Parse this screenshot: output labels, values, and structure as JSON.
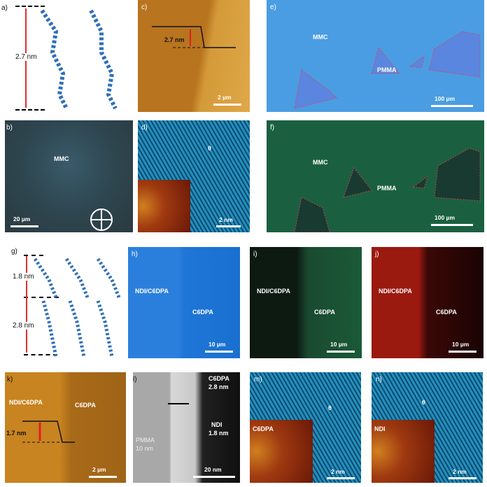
{
  "panels": {
    "a": {
      "label": "a)",
      "length": "2.7 nm"
    },
    "b": {
      "label": "b)",
      "sample": "MMC",
      "scale": "20 µm"
    },
    "c": {
      "label": "c)",
      "height": "2.7 nm",
      "scale": "2 µm"
    },
    "d": {
      "label": "d)",
      "angle": "θ",
      "scale": "2 nm"
    },
    "e": {
      "label": "e)",
      "region1": "MMC",
      "region2": "PMMA",
      "scale": "100 µm"
    },
    "f": {
      "label": "f)",
      "region1": "MMC",
      "region2": "PMMA",
      "scale": "100 µm"
    },
    "g": {
      "label": "g)",
      "top": "1.8 nm",
      "bottom": "2.8 nm"
    },
    "h": {
      "label": "h)",
      "left": "NDI/C6DPA",
      "right": "C6DPA",
      "scale": "10 µm"
    },
    "i": {
      "label": "i)",
      "left": "NDI/C6DPA",
      "right": "C6DPA",
      "scale": "10 µm"
    },
    "j": {
      "label": "j)",
      "left": "NDI/C6DPA",
      "right": "C6DPA",
      "scale": "10 µm"
    },
    "k": {
      "label": "k)",
      "left": "NDI/C6DPA",
      "right": "C6DPA",
      "height": "1.7 nm",
      "scale": "2 µm"
    },
    "l": {
      "label": "l)",
      "c6": "C6DPA",
      "c6_thk": "2.8 nm",
      "ndi": "NDI",
      "ndi_thk": "1.8 nm",
      "pmma": "PMMA",
      "pmma_thk": "10 nm",
      "scale": "20 nm"
    },
    "m": {
      "label": "m)",
      "angle": "θ",
      "inset": "C6DPA",
      "scale": "2 nm"
    },
    "n": {
      "label": "n)",
      "angle": "θ",
      "inset": "NDI",
      "scale": "2 nm"
    }
  }
}
